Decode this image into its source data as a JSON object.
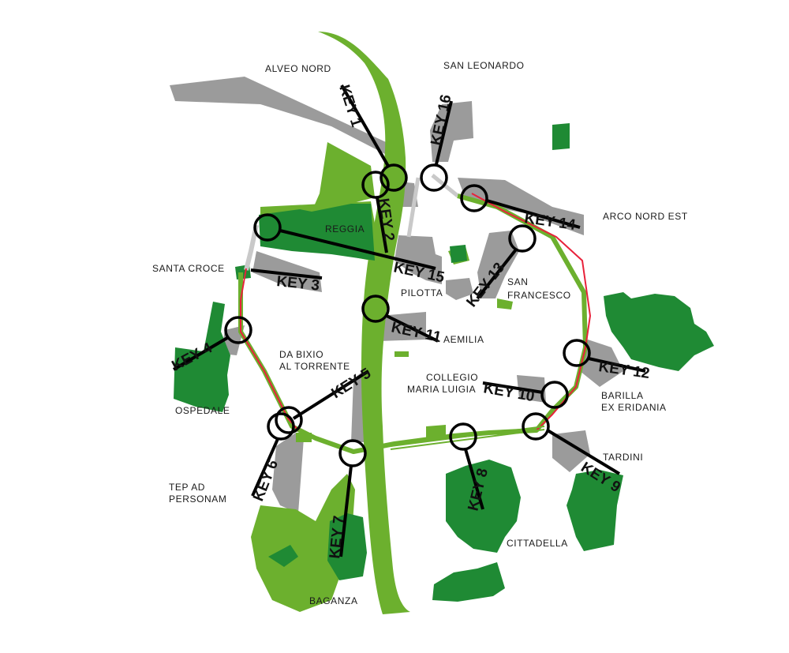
{
  "map": {
    "colors": {
      "river": "#6cb02e",
      "park_dark": "#1f8a34",
      "park_light": "#6cb02e",
      "building": "#9b9b9b",
      "route_red": "#e8213a",
      "route_green": "#6cb02e",
      "route_grey": "#c9c9c9",
      "key_ink": "#000000"
    },
    "areas": [
      {
        "id": "alveo-nord",
        "label": "ALVEO NORD"
      },
      {
        "id": "san-leonardo",
        "label": "SAN LEONARDO"
      },
      {
        "id": "reggia",
        "label": "REGGIA"
      },
      {
        "id": "arco-nord-est",
        "label": "ARCO NORD EST"
      },
      {
        "id": "santa-croce",
        "label": "SANTA CROCE"
      },
      {
        "id": "pilotta",
        "label": "PILOTTA"
      },
      {
        "id": "san-francesco-1",
        "label": "SAN"
      },
      {
        "id": "san-francesco-2",
        "label": "FRANCESCO"
      },
      {
        "id": "aemilia",
        "label": "AEMILIA"
      },
      {
        "id": "da-bixio-1",
        "label": "DA BIXIO"
      },
      {
        "id": "da-bixio-2",
        "label": "AL TORRENTE"
      },
      {
        "id": "collegio-1",
        "label": "COLLEGIO"
      },
      {
        "id": "collegio-2",
        "label": "MARIA LUIGIA"
      },
      {
        "id": "barilla-1",
        "label": "BARILLA"
      },
      {
        "id": "barilla-2",
        "label": "EX ERIDANIA"
      },
      {
        "id": "ospedale",
        "label": "OSPEDALE"
      },
      {
        "id": "tardini",
        "label": "TARDINI"
      },
      {
        "id": "tep-1",
        "label": "TEP AD"
      },
      {
        "id": "tep-2",
        "label": "PERSONAM"
      },
      {
        "id": "cittadella",
        "label": "CITTADELLA"
      },
      {
        "id": "baganza",
        "label": "BAGANZA"
      }
    ],
    "keys": [
      {
        "id": "key-1",
        "label": "KEY 1"
      },
      {
        "id": "key-2",
        "label": "KEY 2"
      },
      {
        "id": "key-3",
        "label": "KEY 3"
      },
      {
        "id": "key-4",
        "label": "KEY 4"
      },
      {
        "id": "key-5",
        "label": "KEY 5"
      },
      {
        "id": "key-6",
        "label": "KEY 6"
      },
      {
        "id": "key-7",
        "label": "KEY 7"
      },
      {
        "id": "key-8",
        "label": "KEY 8"
      },
      {
        "id": "key-9",
        "label": "KEY 9"
      },
      {
        "id": "key-10",
        "label": "KEY 10"
      },
      {
        "id": "key-11",
        "label": "KEY 11"
      },
      {
        "id": "key-12",
        "label": "KEY 12"
      },
      {
        "id": "key-13",
        "label": "KEY 13"
      },
      {
        "id": "key-14",
        "label": "KEY 14"
      },
      {
        "id": "key-15",
        "label": "KEY 15"
      },
      {
        "id": "key-16",
        "label": "KEY 16"
      }
    ]
  }
}
